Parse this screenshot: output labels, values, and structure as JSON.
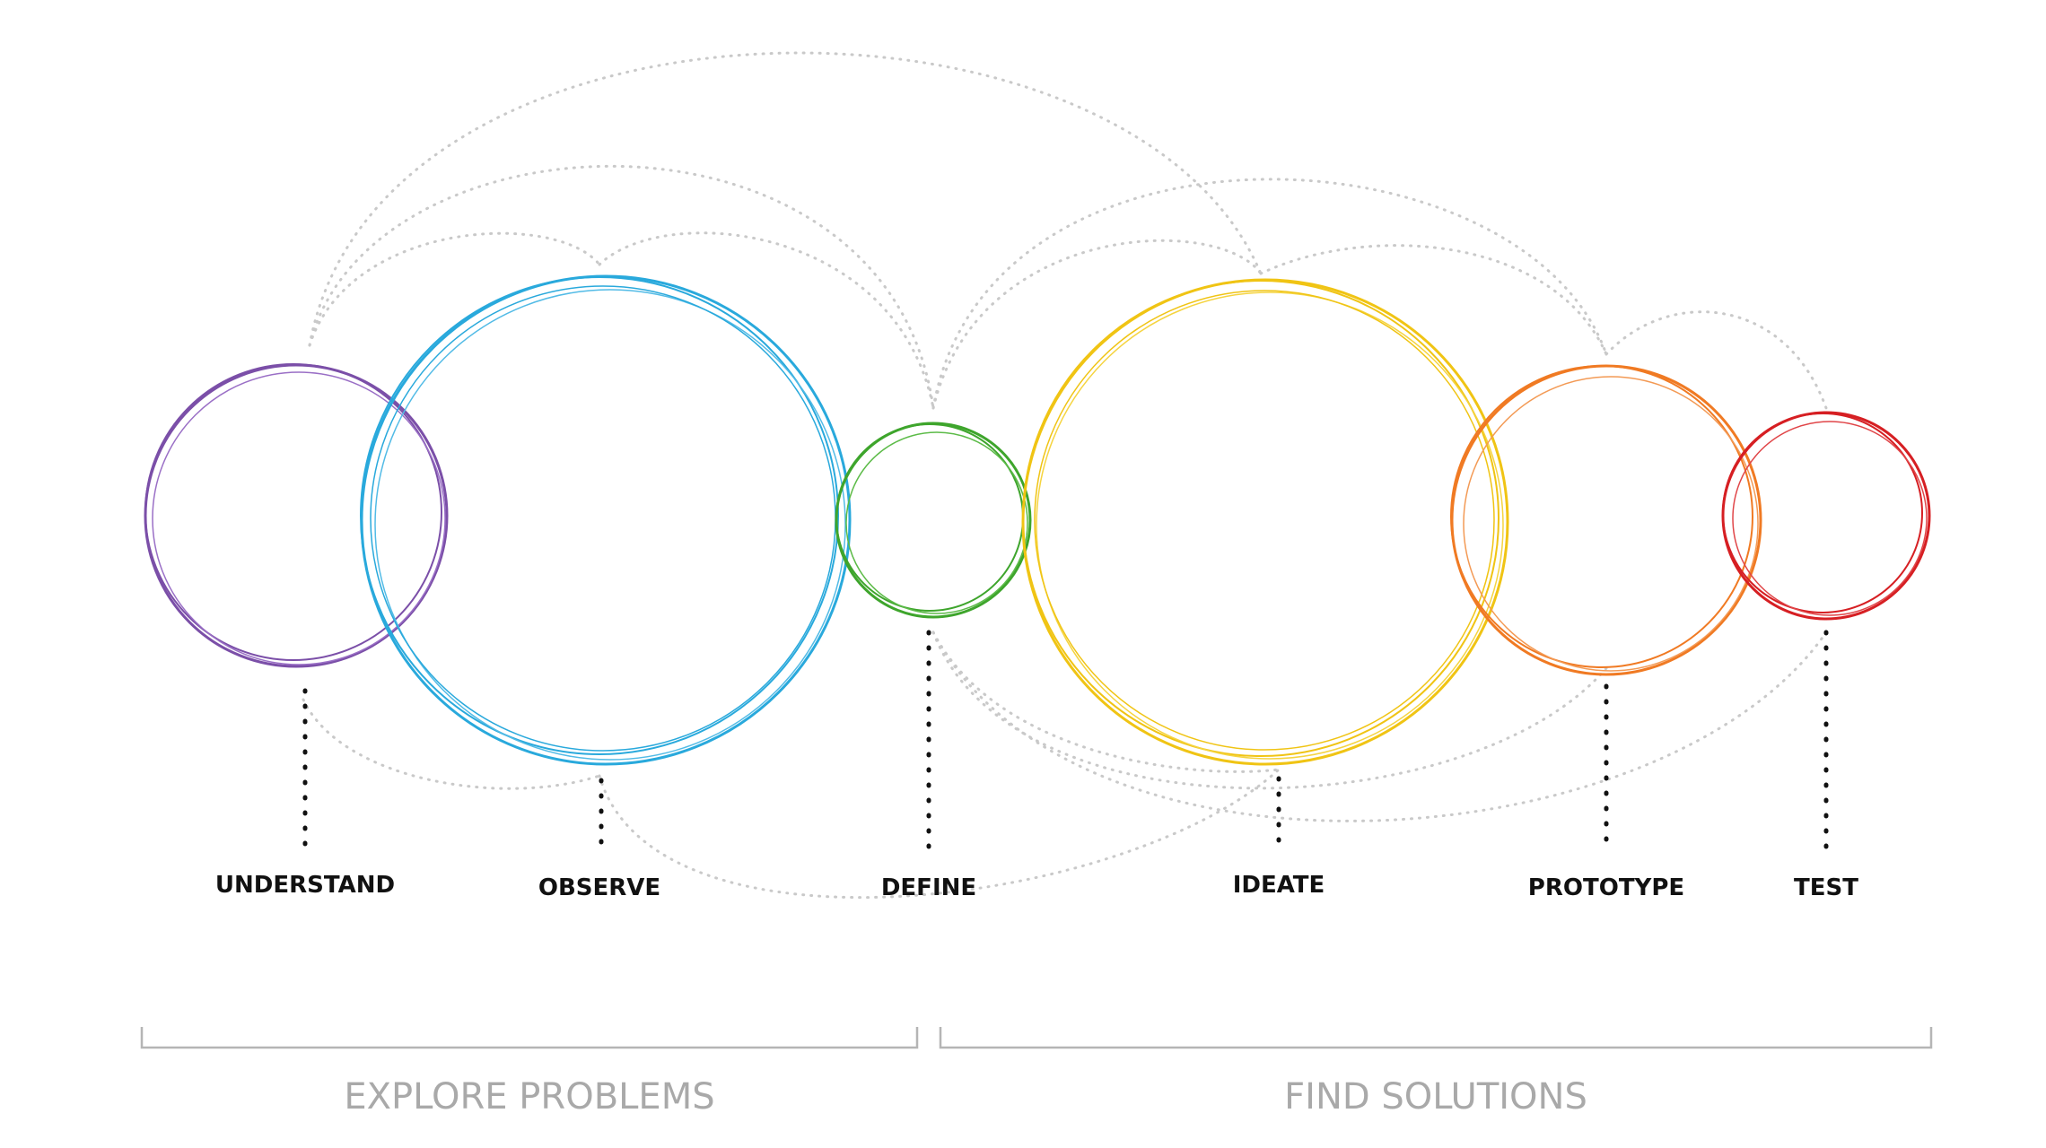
{
  "stages": [
    {
      "key": "understand",
      "label": "UNDERSTAND",
      "color": "#7b4fa8"
    },
    {
      "key": "observe",
      "label": "OBSERVE",
      "color": "#29a9dc"
    },
    {
      "key": "define",
      "label": "DEFINE",
      "color": "#3ea52c"
    },
    {
      "key": "ideate",
      "label": "IDEATE",
      "color": "#f0c414"
    },
    {
      "key": "prototype",
      "label": "PROTOTYPE",
      "color": "#f07a23"
    },
    {
      "key": "test",
      "label": "TEST",
      "color": "#d61f23"
    }
  ],
  "phases": {
    "explore": {
      "label": "EXPLORE PROBLEMS"
    },
    "solutions": {
      "label": "FIND SOLUTIONS"
    }
  },
  "colors": {
    "connector_arcs": "#c9c9c9",
    "stage_text": "#111111",
    "phase_text": "#a9a9a9",
    "bracket": "#b5b5b5"
  }
}
